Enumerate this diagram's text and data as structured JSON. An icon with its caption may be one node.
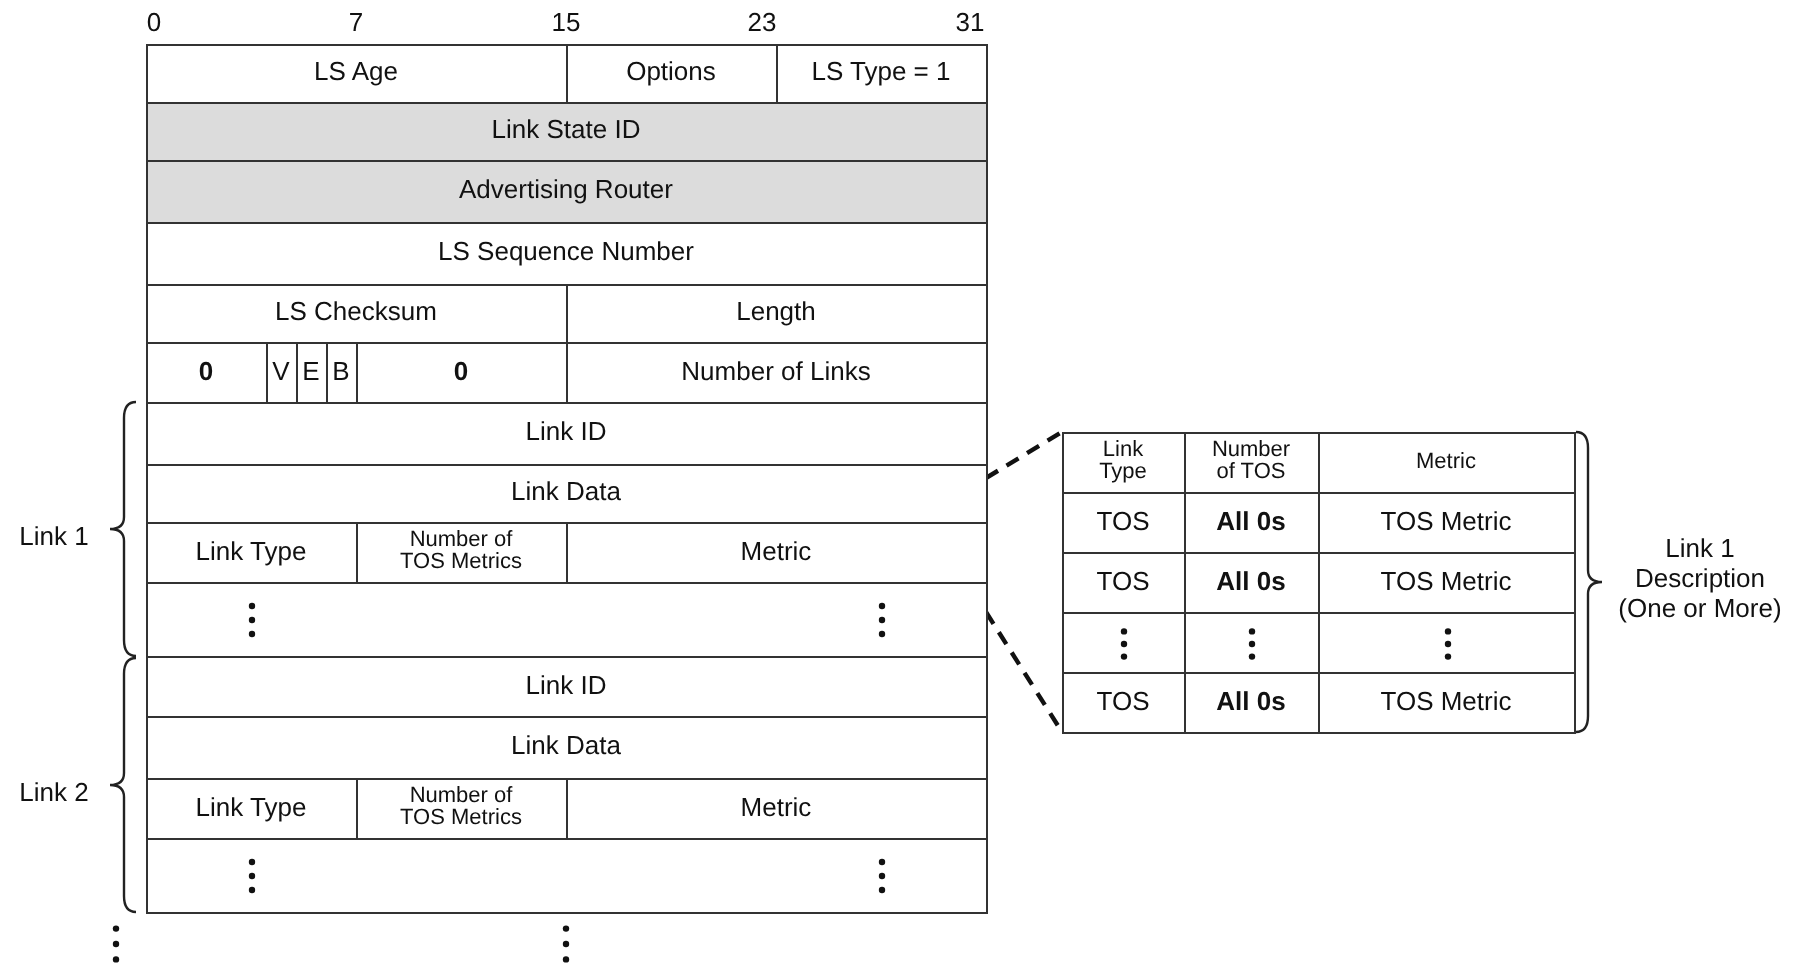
{
  "diagram": {
    "nodes": [
      {
        "text": [],
        "shape": "box"
      },
      {
        "text": [],
        "shape": "box"
      }
    ],
    "edges": [
      {
        "from": 0,
        "to": 1,
        "arrow": "none",
        "style": "dashed"
      },
      {
        "from": 0,
        "to": 1,
        "arrow": "none",
        "style": "dashed"
      }
    ],
    "labels": [
      "0",
      "7",
      "15",
      "23",
      "31",
      "LS Age",
      "Options",
      "LS Type = 1",
      "Link State ID",
      "Advertising Router",
      "LS Sequence Number",
      "LS Checksum",
      "Length",
      "0",
      "V",
      "E",
      "B",
      "0",
      "Number of Links",
      "Link ID",
      "Link Data",
      "Link Type",
      "Number of TOS Metrics",
      "Metric",
      "Link 1",
      "Link ID",
      "Link Data",
      "Link Type",
      "Number of TOS Metrics",
      "Metric",
      "Link 2",
      "Link Type",
      "Number of TOS",
      "Metric",
      "TOS",
      "All 0s",
      "TOS Metric",
      "TOS",
      "All 0s",
      "TOS Metric",
      "TOS",
      "All 0s",
      "TOS Metric",
      "Link 1 Description (One or More)"
    ]
  }
}
